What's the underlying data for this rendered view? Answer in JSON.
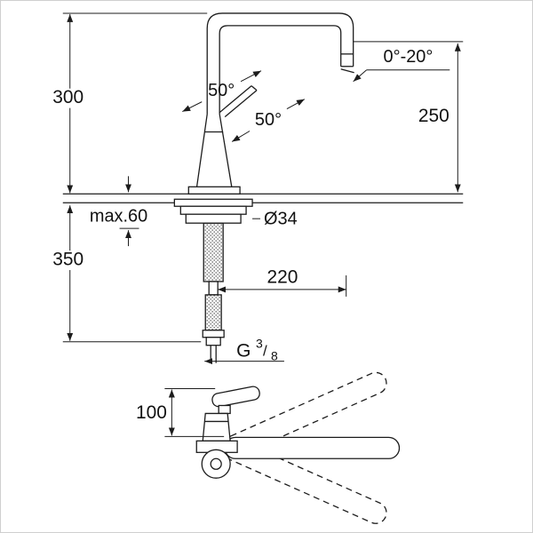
{
  "drawing": {
    "title": "faucet-dimension-drawing",
    "labels": {
      "height_above_counter": "300",
      "height_below_counter": "350",
      "outlet_height": "250",
      "outlet_swivel_angle": "0°-20°",
      "lever_angle_top": "50°",
      "lever_angle_side": "50°",
      "max_counter_thickness": "max.60",
      "hole_diameter": "Ø34",
      "spout_projection": "220",
      "connection_prefix": "G",
      "connection_numerator": "3",
      "connection_divider": "/",
      "connection_denominator": "8",
      "front_height": "100"
    },
    "colors": {
      "line": "#1c1c1c",
      "text": "#111111",
      "background": "#ffffff",
      "border": "#cfcfcf"
    }
  }
}
